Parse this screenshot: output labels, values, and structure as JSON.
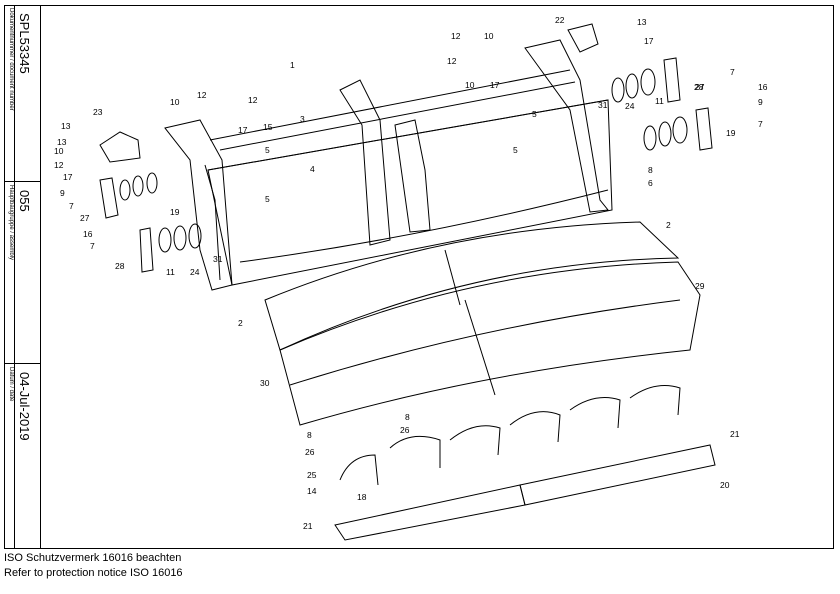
{
  "title_block": {
    "doc_label": "Dokumentnummer / document number",
    "doc_value": "SPL53345",
    "assembly_label": "Hauptbaugruppe / assembly",
    "assembly_value": "055",
    "date_label": "Datum / date",
    "date_value": "04-Jul-2019"
  },
  "notice": {
    "line1": "ISO Schutzvermerk 16016 beachten",
    "line2": "Refer to protection notice ISO 16016"
  },
  "callouts": {
    "c1": "1",
    "c2a": "2",
    "c2b": "2",
    "c3": "3",
    "c4": "4",
    "c5a": "5",
    "c5b": "5",
    "c5c": "5",
    "c5d": "5",
    "c6": "6",
    "c7a": "7",
    "c7b": "7",
    "c7c": "7",
    "c7d": "7",
    "c8a": "8",
    "c8b": "8",
    "c8c": "8",
    "c9a": "9",
    "c9b": "9",
    "c10a": "10",
    "c10b": "10",
    "c10c": "10",
    "c10d": "10",
    "c11a": "11",
    "c11b": "11",
    "c12a": "12",
    "c12b": "12",
    "c12c": "12",
    "c12d": "12",
    "c12e": "12",
    "c13a": "13",
    "c13b": "13",
    "c13c": "13",
    "c14": "14",
    "c15": "15",
    "c16a": "16",
    "c16b": "16",
    "c17a": "17",
    "c17b": "17",
    "c17c": "17",
    "c17d": "17",
    "c18": "18",
    "c19a": "19",
    "c19b": "19",
    "c20": "20",
    "c21a": "21",
    "c21b": "21",
    "c22": "22",
    "c23": "23",
    "c24a": "24",
    "c24b": "24",
    "c25": "25",
    "c26a": "26",
    "c26b": "26",
    "c27a": "27",
    "c27b": "27",
    "c28a": "28",
    "c28b": "28",
    "c29": "29",
    "c30": "30",
    "c31a": "31",
    "c31b": "31"
  }
}
